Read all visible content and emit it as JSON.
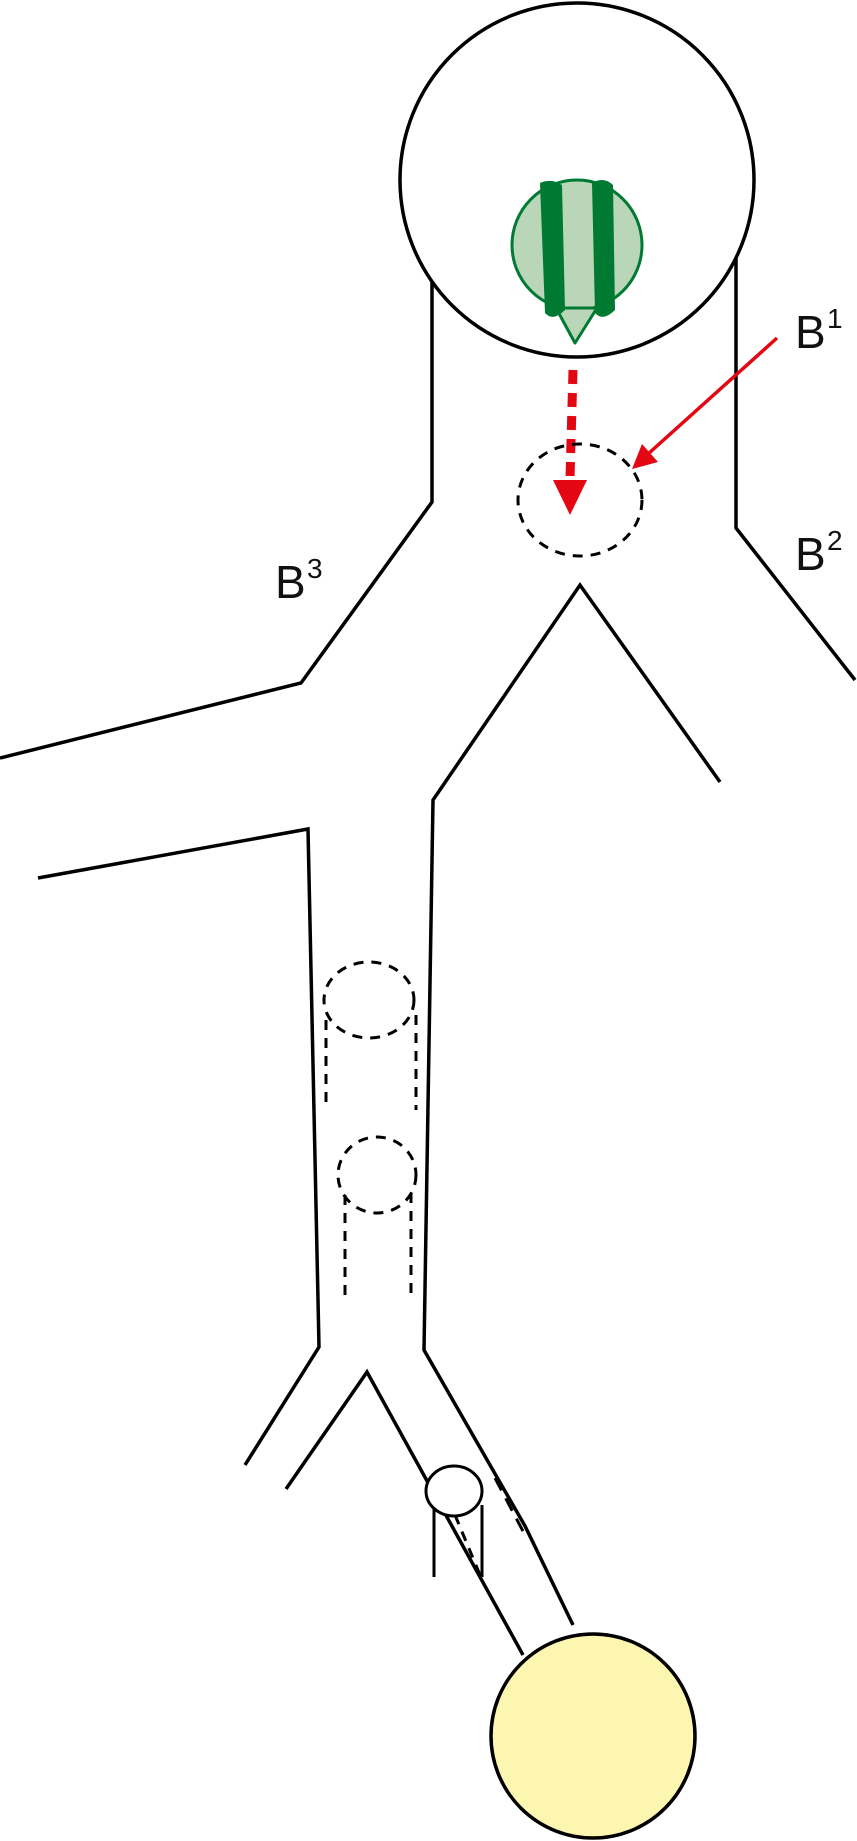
{
  "labels": {
    "b1": {
      "base": "B",
      "sup": "1"
    },
    "b2": {
      "base": "B",
      "sup": "2"
    },
    "b3": {
      "base": "B",
      "sup": "3"
    }
  },
  "colors": {
    "outline": "#000000",
    "red_arrow": "#e30613",
    "green_dark": "#007a33",
    "green_light": "#b9d6b9",
    "yellow_fill": "#fdf6b0",
    "background": "#ffffff"
  }
}
